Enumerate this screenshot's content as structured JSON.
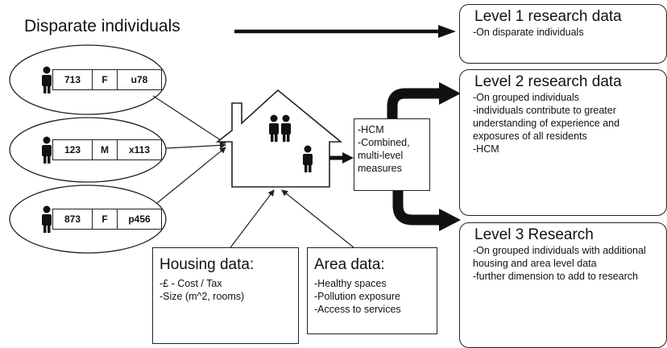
{
  "title": "Disparate individuals",
  "individuals": [
    {
      "id": "713",
      "sex": "F",
      "code": "u78"
    },
    {
      "id": "123",
      "sex": "M",
      "code": "x113"
    },
    {
      "id": "873",
      "sex": "F",
      "code": "p456"
    }
  ],
  "combined_box": {
    "lines": [
      "-HCM",
      "-Combined,",
      "multi-level",
      "measures"
    ]
  },
  "housing": {
    "heading": "Housing data:",
    "lines": [
      "-£ - Cost / Tax",
      "-Size (m^2, rooms)"
    ]
  },
  "area": {
    "heading": "Area data:",
    "lines": [
      "-Healthy spaces",
      "-Pollution exposure",
      "-Access to services"
    ]
  },
  "level1": {
    "heading": "Level 1 research data",
    "lines": [
      "-On disparate individuals"
    ]
  },
  "level2": {
    "heading": "Level 2 research data",
    "lines": [
      "-On grouped individuals",
      "-individuals contribute to greater",
      "understanding of experience and",
      "exposures of all residents",
      "-HCM"
    ]
  },
  "level3": {
    "heading": "Level 3 Research",
    "lines": [
      "-On grouped individuals with additional",
      "housing and area level data",
      "-further dimension to add to research"
    ]
  }
}
